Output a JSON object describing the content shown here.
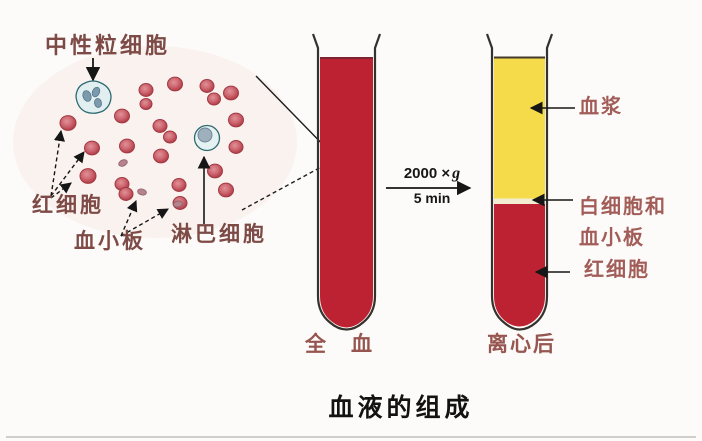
{
  "title": "血液的组成",
  "colors": {
    "blood_red": "#bc2231",
    "plasma_yellow": "#f5db4a",
    "buffy_coat": "#f2ecd2",
    "tube_outline": "#35322e",
    "left_label_color": "#7e4a46",
    "right_label_color": "#a25d58",
    "cell_red": "#c9545e"
  },
  "blood_smear": {
    "labels": {
      "neutrophil": "中性粒细胞",
      "red_cell": "红细胞",
      "platelet": "血小板",
      "lymphocyte": "淋巴细胞"
    },
    "red_cell_positions": [
      [
        146,
        90,
        7
      ],
      [
        175,
        84,
        7.5
      ],
      [
        207,
        86,
        7
      ],
      [
        231,
        93,
        7.5
      ],
      [
        214,
        99,
        6.5
      ],
      [
        146,
        104,
        6
      ],
      [
        122,
        116,
        7.5
      ],
      [
        68,
        123,
        8
      ],
      [
        160,
        126,
        7
      ],
      [
        236,
        120,
        7.5
      ],
      [
        170,
        137,
        6.5
      ],
      [
        127,
        146,
        7.5
      ],
      [
        92,
        148,
        7.5
      ],
      [
        236,
        147,
        7
      ],
      [
        161,
        156,
        7.5
      ],
      [
        88,
        176,
        8
      ],
      [
        122,
        184,
        7
      ],
      [
        215,
        171,
        7.5
      ],
      [
        179,
        185,
        7
      ],
      [
        226,
        190,
        7.5
      ],
      [
        126,
        194,
        7
      ],
      [
        180,
        203,
        7
      ]
    ],
    "platelet_positions": [
      [
        123,
        163,
        -25
      ],
      [
        142,
        192,
        15
      ],
      [
        178,
        204,
        -10
      ]
    ]
  },
  "centrifugation": {
    "force_value": "2000 ×",
    "force_unit": "g",
    "time": "5 min"
  },
  "tubes": {
    "whole_blood_label": "全　血",
    "centrifuged_label": "离心后"
  },
  "separated_layers": {
    "plasma": "血浆",
    "buffy_line1": "白细胞和",
    "buffy_line2": "血小板",
    "red_cells": "红细胞"
  }
}
